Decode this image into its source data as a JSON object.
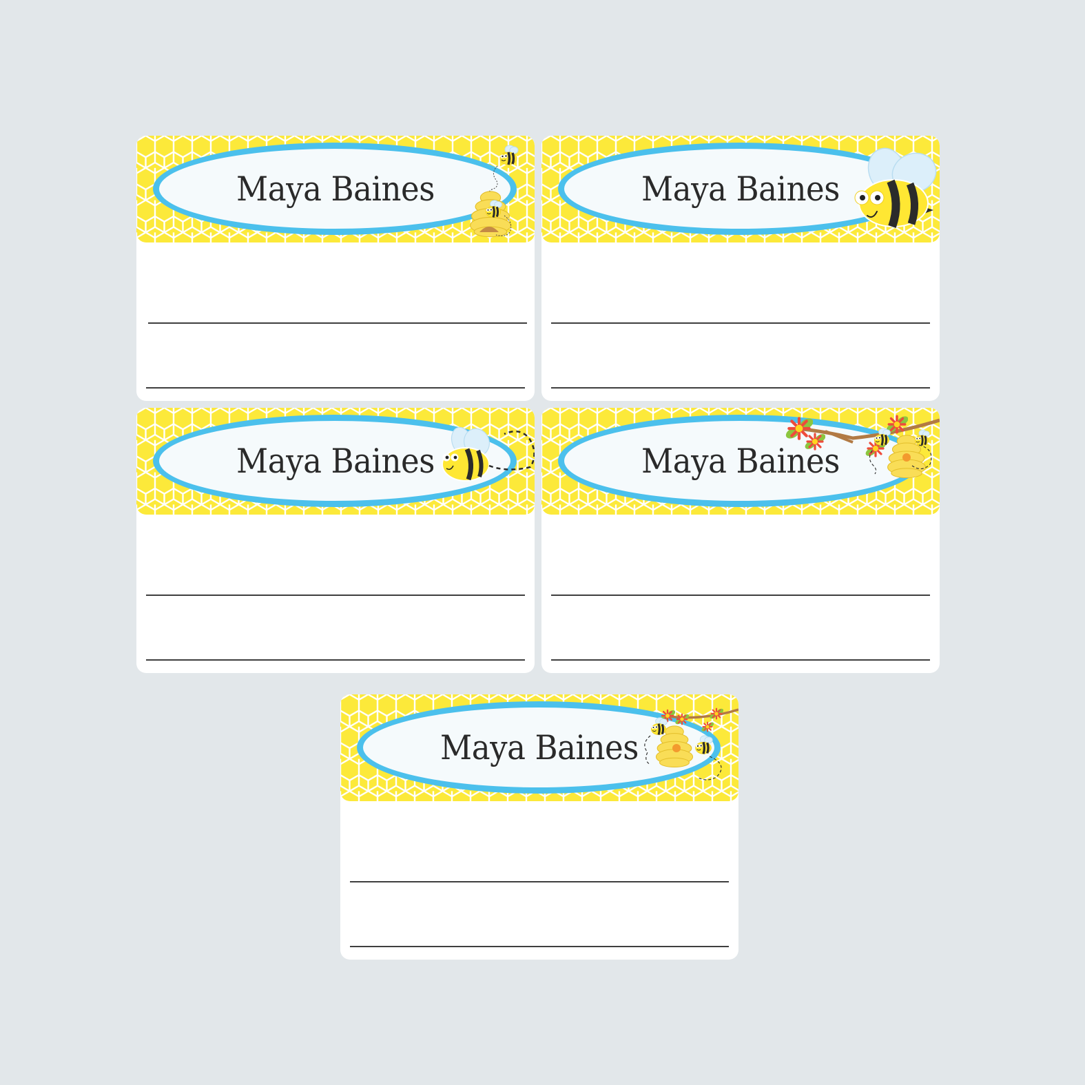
{
  "sheet": {
    "background_color": "#E2E7EA",
    "label_count": 5
  },
  "colors": {
    "honeycomb_yellow": "#FCE93A",
    "honeycomb_line": "#FFFFFF",
    "oval_border_blue": "#4BC0EC",
    "oval_fill": "#F5FAFC",
    "name_text": "#2A2A2A",
    "write_line": "#3E3E3E",
    "bee_yellow": "#FFE733",
    "bee_stripe": "#2B2B2B",
    "bee_wing": "#DCEFFA",
    "hive_yellow": "#F9DD57",
    "hive_door": "#C48A45",
    "flower_red": "#EE4B3B",
    "leaf_green": "#8CC63F",
    "branch_brown": "#B27A44"
  },
  "labels": [
    {
      "name": "Maya Baines",
      "art": "bee-flying-to-hive-icon",
      "lines": 2
    },
    {
      "name": "Maya Baines",
      "art": "large-smiling-bee-icon",
      "lines": 2
    },
    {
      "name": "Maya Baines",
      "art": "bee-with-dashed-flight-path-icon",
      "lines": 2
    },
    {
      "name": "Maya Baines",
      "art": "hive-on-flowering-branch-icon",
      "lines": 2
    },
    {
      "name": "Maya Baines",
      "art": "hive-with-two-bees-on-branch-icon",
      "lines": 2
    }
  ]
}
